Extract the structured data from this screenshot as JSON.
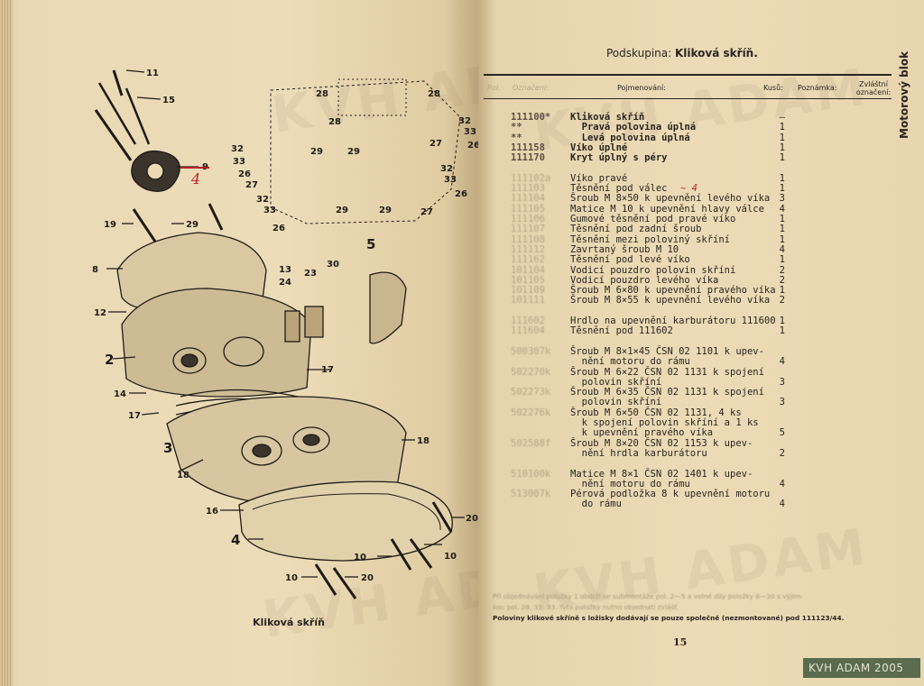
{
  "subgroup": {
    "label": "Podskupina:",
    "name": "Kliková skříň."
  },
  "side_title": "Motorový blok",
  "header": {
    "pos": "Pol.",
    "code": "Označení:",
    "name": "Pojmenování:",
    "qty": "Kusů:",
    "note": "Poznámka:",
    "special": "Zvláštní označení:"
  },
  "rows": [
    {
      "code": "111100*",
      "name": "Kliková skříň",
      "qty": "—",
      "bold": true
    },
    {
      "code": "**",
      "name": "  Pravá polovina úplná",
      "qty": "1",
      "bold": true
    },
    {
      "code": "**",
      "name": "  Levá polovina úplná",
      "qty": "1",
      "bold": true
    },
    {
      "code": "111158",
      "name": "Víko úplné",
      "qty": "1",
      "bold": true
    },
    {
      "code": "111170",
      "name": "Kryt úplný s péry",
      "qty": "1",
      "bold": true
    },
    {
      "code": "",
      "name": "",
      "qty": ""
    },
    {
      "code": "111102a",
      "name": "Víko pravé",
      "qty": "1"
    },
    {
      "code": "111103",
      "name": "Těsnění pod válec",
      "qty": "1",
      "note": "~ 4"
    },
    {
      "code": "111104",
      "name": "Šroub M 8×50 k upevnění levého víka",
      "qty": "3"
    },
    {
      "code": "111105",
      "name": "Matice M 10 k upevnění hlavy válce",
      "qty": "4"
    },
    {
      "code": "111106",
      "name": "Gumové těsnění pod pravé víko",
      "qty": "1"
    },
    {
      "code": "111107",
      "name": "Těsnění pod zadní šroub",
      "qty": "1"
    },
    {
      "code": "111108",
      "name": "Těsnění mezi poloviný skříní",
      "qty": "1"
    },
    {
      "code": "111112",
      "name": "Zavrtaný šroub M 10",
      "qty": "4"
    },
    {
      "code": "111162",
      "name": "Těsnění pod levé víko",
      "qty": "1"
    },
    {
      "code": "101104",
      "name": "Vodicí pouzdro polovin skříní",
      "qty": "2"
    },
    {
      "code": "101105",
      "name": "Vodicí pouzdro levého víka",
      "qty": "2"
    },
    {
      "code": "101109",
      "name": "Šroub M 6×80 k upevnění pravého víka",
      "qty": "1"
    },
    {
      "code": "101111",
      "name": "Šroub M 8×55 k upevnění levého víka",
      "qty": "2"
    },
    {
      "code": "",
      "name": "",
      "qty": ""
    },
    {
      "code": "111602",
      "name": "Hrdlo na upevnění karburátoru 111600",
      "qty": "1"
    },
    {
      "code": "111604",
      "name": "Těsnění pod 111602",
      "qty": "1"
    },
    {
      "code": "",
      "name": "",
      "qty": ""
    },
    {
      "code": "500307k",
      "name": "Šroub M 8×1×45 ČSN 02 1101 k upev-",
      "qty": ""
    },
    {
      "code": "",
      "name": "  nění motoru do rámu",
      "qty": "4"
    },
    {
      "code": "502270k",
      "name": "Šroub M 6×22 ČSN 02 1131 k spojení",
      "qty": ""
    },
    {
      "code": "",
      "name": "  polovin skříní",
      "qty": "3"
    },
    {
      "code": "502273k",
      "name": "Šroub M 6×35 ČSN 02 1131 k spojení",
      "qty": ""
    },
    {
      "code": "",
      "name": "  polovin skříní",
      "qty": "3"
    },
    {
      "code": "502276k",
      "name": "Šroub M 6×50 ČSN 02 1131, 4 ks",
      "qty": ""
    },
    {
      "code": "",
      "name": "  k spojení polovin skříní a 1 ks",
      "qty": ""
    },
    {
      "code": "",
      "name": "  k upevnění pravého víka",
      "qty": "5"
    },
    {
      "code": "502588f",
      "name": "Šroub M 8×20 ČSN 02 1153 k upev-",
      "qty": ""
    },
    {
      "code": "",
      "name": "  nění hrdla karburátoru",
      "qty": "2"
    },
    {
      "code": "",
      "name": "",
      "qty": ""
    },
    {
      "code": "510100k",
      "name": "Matice M 8×1 ČSN 02 1401 k upev-",
      "qty": ""
    },
    {
      "code": "",
      "name": "  nění motoru do rámu",
      "qty": "4"
    },
    {
      "code": "513007k",
      "name": "Pérová podložka 8 k upevnění motoru",
      "qty": ""
    },
    {
      "code": "",
      "name": "  do rámu",
      "qty": "4"
    }
  ],
  "footnote": {
    "line1": "Při objednávání položky 1 obdrží se submontáže pol. 2—5 a volné díly položky 8—30 s výjim-",
    "line2": "kou pol. 28, 32, 33. Tyto položky nutno objednati zvlášť.",
    "line3": "Poloviny klikové skříně s ložisky dodávají se pouze společně (nezmontované) pod 111123/44."
  },
  "page_number": "15",
  "caption": "Kliková skříň",
  "stamp": "KVH ADAM 2005",
  "watermark": "KVH ADAM",
  "part_labels": [
    "2",
    "3",
    "4",
    "5",
    "8",
    "9",
    "10",
    "10",
    "10",
    "11",
    "12",
    "13",
    "14",
    "15",
    "16",
    "17",
    "17",
    "18",
    "18",
    "19",
    "20",
    "20",
    "23",
    "24",
    "26",
    "26",
    "26",
    "27",
    "27",
    "27",
    "28",
    "28",
    "28",
    "29",
    "29",
    "29",
    "29",
    "29",
    "30",
    "32",
    "32",
    "32",
    "32",
    "33",
    "33",
    "33",
    "33"
  ],
  "red_annotations": [
    "4"
  ]
}
